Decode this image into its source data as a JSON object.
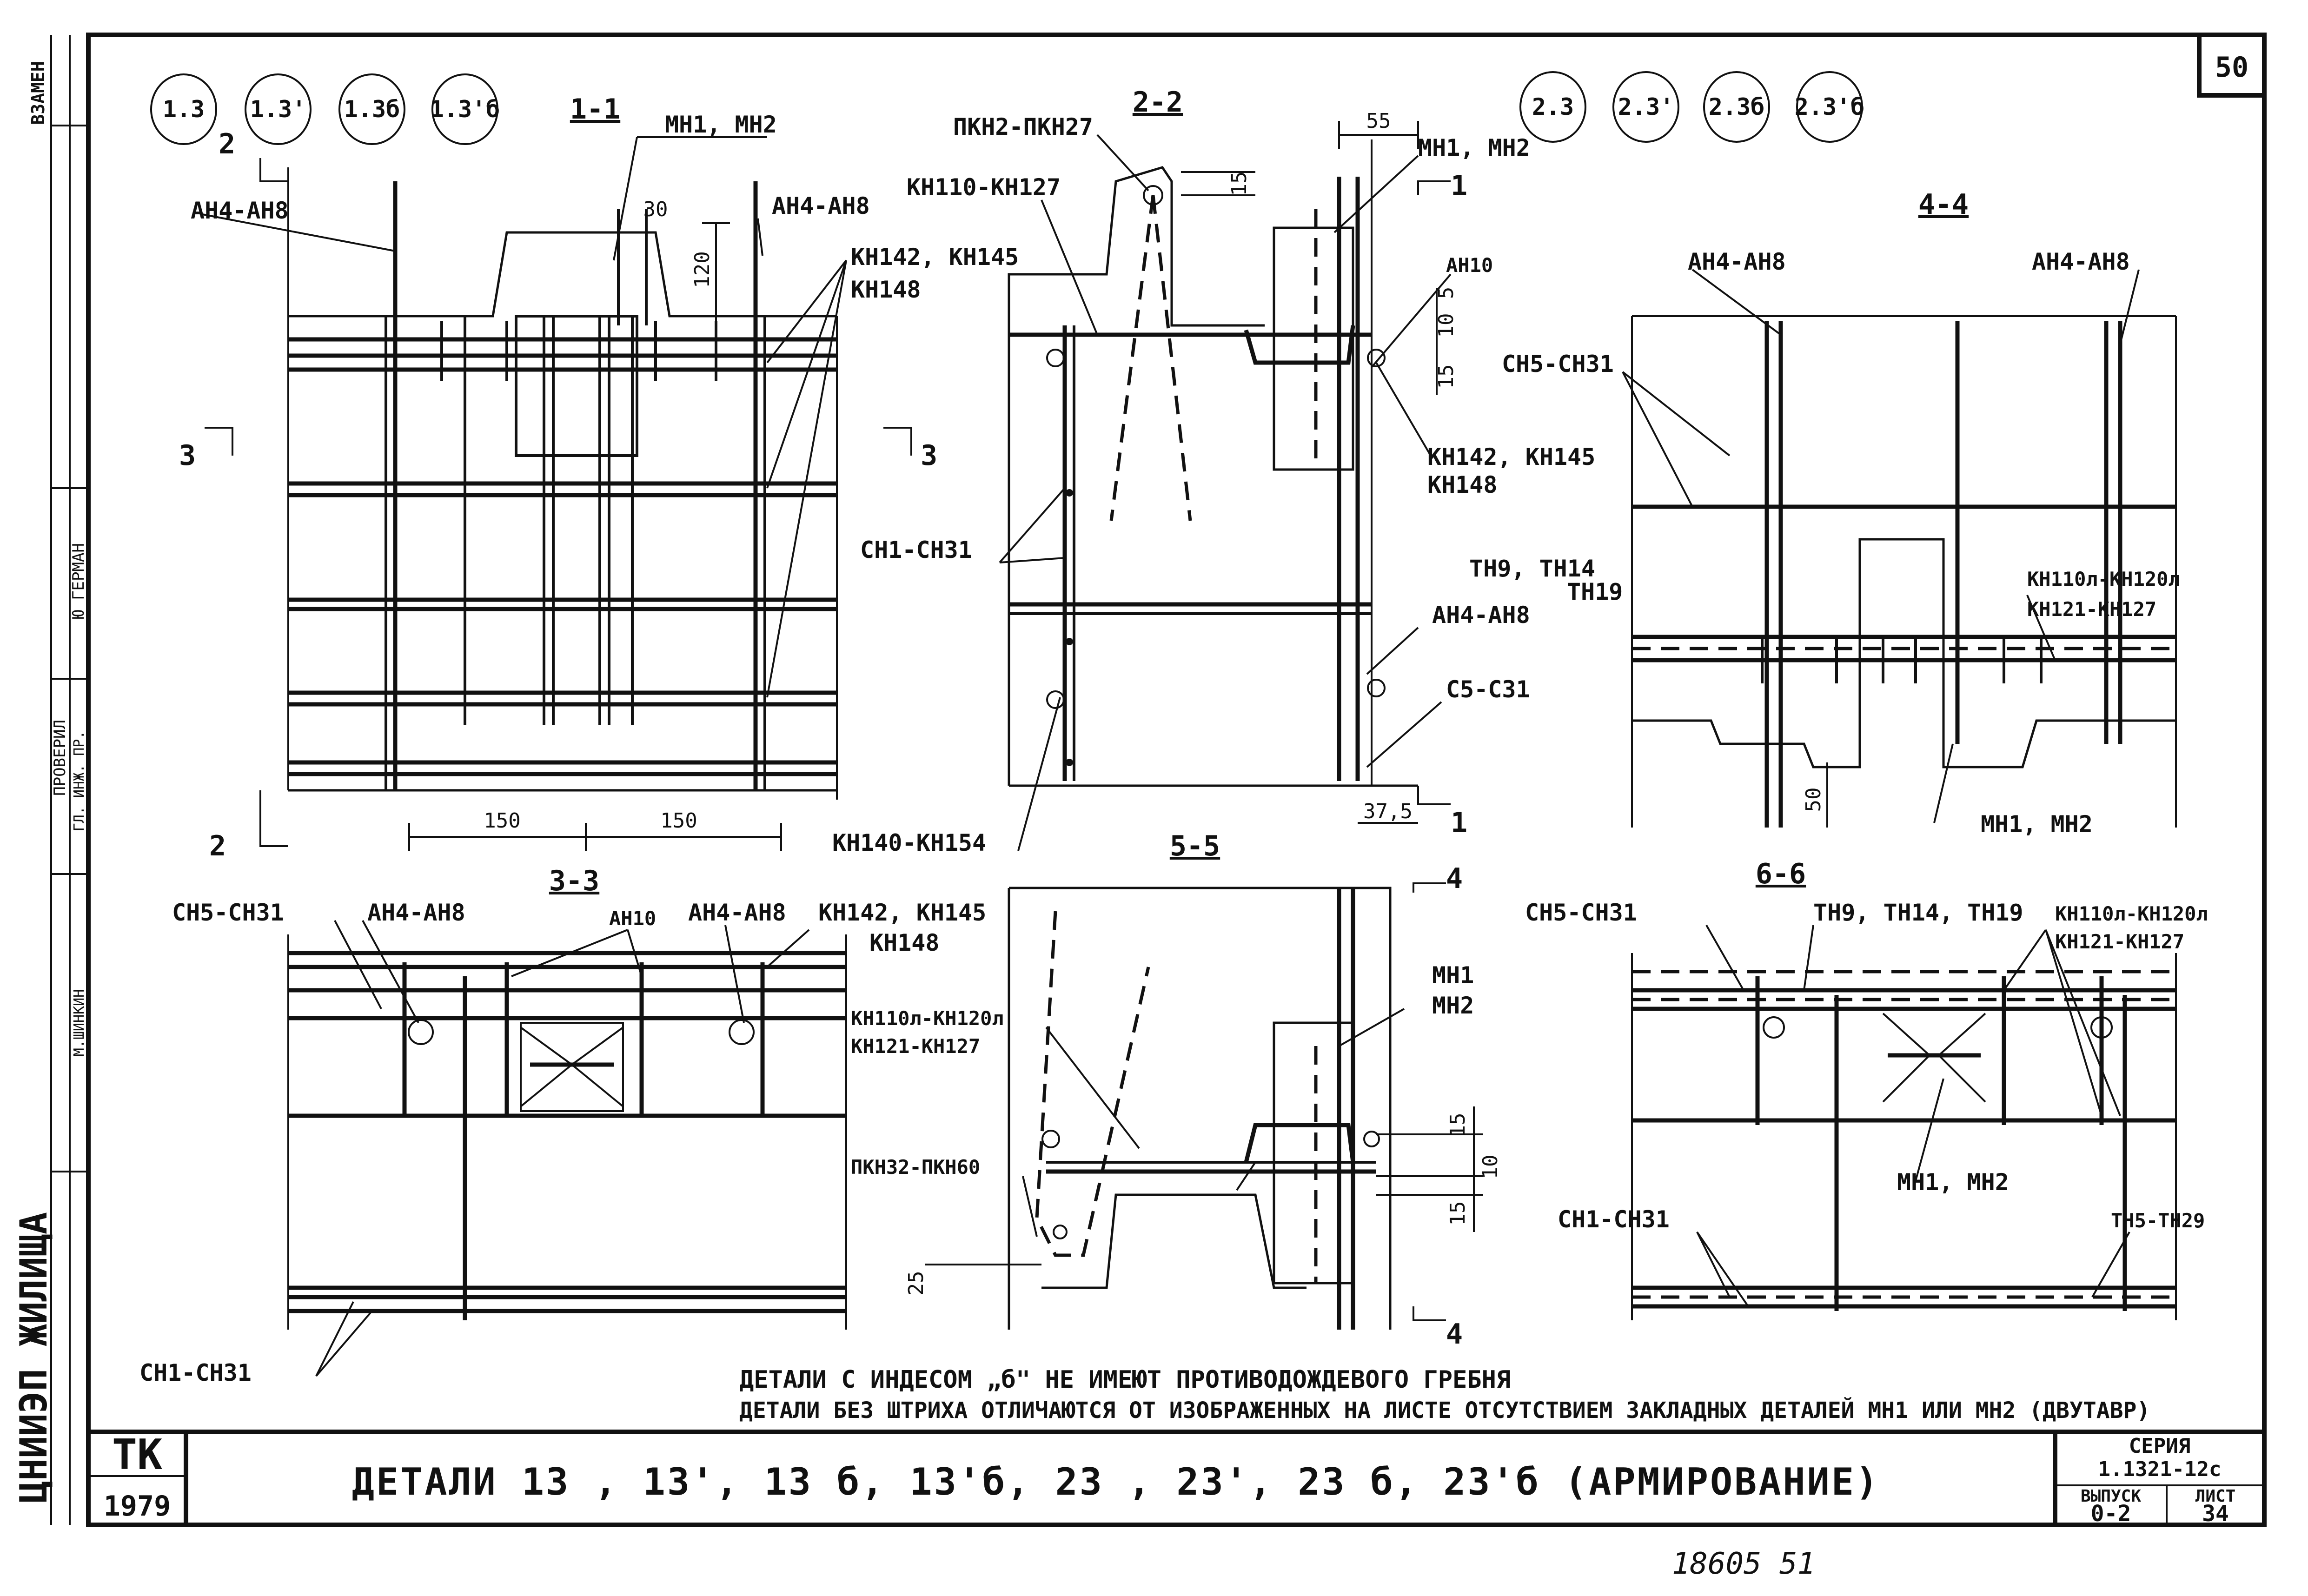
{
  "sheet": {
    "number": "50",
    "title": "ДЕТАЛИ 13 , 13', 13 б, 13'б, 23 , 23', 23 б, 23'б (АРМИРОВАНИЕ)",
    "tk": "ТК",
    "year": "1979",
    "series_label": "СЕРИЯ",
    "series_value": "1.1321-12с",
    "issue_label": "ВЫПУСК",
    "issue_value": "0-2",
    "sheet_label": "ЛИСТ",
    "sheet_value": "34",
    "footer_number": "18605  51",
    "left_strip": {
      "vzamen": "ВЗАМЕН",
      "org": "ЦНИИЭП ЖИЛИЩА",
      "checked": "ПРОВЕРИЛ",
      "name1": "Ю ГЕРМАН",
      "role1": "ГЛ. ИНЖ. ПР.",
      "name2": "М.ШИНКИН"
    }
  },
  "notes": {
    "line1": "ДЕТАЛИ С ИНДЕСОМ „б\" НЕ ИМЕЮТ ПРОТИВОДОЖДЕВОГО ГРЕБНЯ",
    "line2": "ДЕТАЛИ БЕЗ ШТРИХА ОТЛИЧАЮТСЯ ОТ ИЗОБРАЖЕННЫХ НА ЛИСТЕ ОТСУТСТВИЕМ ЗАКЛАДНЫХ ДЕТАЛЕЙ МН1 ИЛИ МН2 (ДВУТАВР)"
  },
  "detail_marks_left": [
    "1.3",
    "1.3'",
    "1.3б",
    "1.3'б"
  ],
  "detail_marks_right": [
    "2.3",
    "2.3'",
    "2.3б",
    "2.3'б"
  ],
  "sections": {
    "s11": {
      "title": "1-1",
      "labels": [
        "МН1, МН2",
        "АН4-АН8",
        "АН4-АН8",
        "КН142, КН145",
        "КН148"
      ],
      "dims": [
        "30",
        "120",
        "150",
        "150"
      ],
      "cuts": [
        "2",
        "2",
        "3",
        "3"
      ]
    },
    "s22": {
      "title": "2-2",
      "labels": [
        "ПКН2-ПКН27",
        "КН110-КН127",
        "МН1, МН2",
        "АН10",
        "КН142, КН145",
        "КН148",
        "СН1-СН31",
        "ТН9, ТН14",
        "ТН19",
        "АН4-АН8",
        "С5-С31",
        "КН140-КН154"
      ],
      "dims": [
        "55",
        "15",
        "10",
        "5",
        "15",
        "37,5"
      ],
      "cuts": [
        "1",
        "1"
      ]
    },
    "s33": {
      "title": "3-3",
      "labels": [
        "СН5-СН31",
        "АН4-АН8",
        "АН10",
        "АН4-АН8",
        "КН142, КН145",
        "КН148",
        "СН1-СН31"
      ]
    },
    "s44": {
      "title": "4-4",
      "labels": [
        "АН4-АН8",
        "АН4-АН8",
        "СН5-СН31",
        "КН110л-КН120л",
        "КН121-КН127",
        "МН1, МН2"
      ],
      "dims": [
        "50"
      ]
    },
    "s55": {
      "title": "5-5",
      "labels": [
        "МН1",
        "МН2",
        "КН110л-КН120л",
        "КН121-КН127",
        "ПКН32-ПКН60"
      ],
      "dims": [
        "15",
        "10",
        "15",
        "25"
      ],
      "cuts": [
        "4",
        "4"
      ]
    },
    "s66": {
      "title": "6-6",
      "labels": [
        "СН5-СН31",
        "ТН9, ТН14, ТН19",
        "КН110л-КН120л",
        "КН121-КН127",
        "МН1, МН2",
        "СН1-СН31",
        "ТН5-ТН29"
      ]
    }
  }
}
